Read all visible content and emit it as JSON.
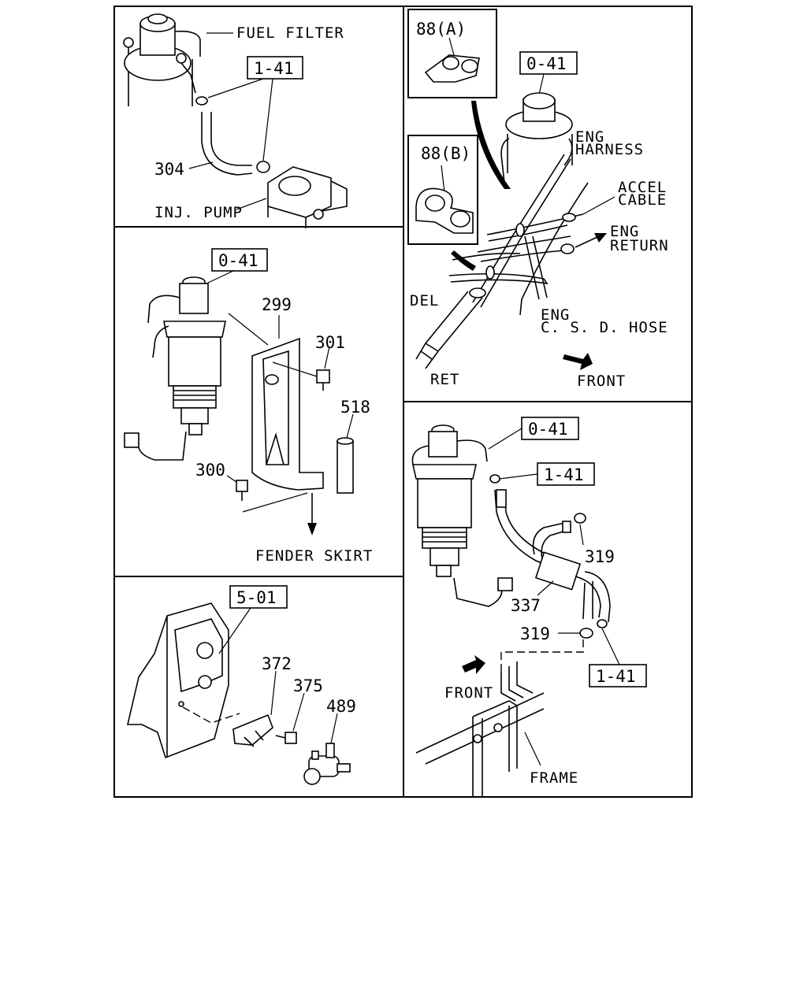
{
  "panel_a": {
    "fuel_filter": "FUEL FILTER",
    "ref_box": "1-41",
    "part_304": "304",
    "inj_pump": "INJ. PUMP"
  },
  "panel_b": {
    "ref_box": "0-41",
    "part_299": "299",
    "part_301": "301",
    "part_518": "518",
    "part_300": "300",
    "fender_skirt": "FENDER SKIRT"
  },
  "panel_c": {
    "ref_box": "5-01",
    "part_372": "372",
    "part_375": "375",
    "part_489": "489"
  },
  "panel_d": {
    "clip_a": "88(A)",
    "clip_b": "88(B)",
    "ref_box": "0-41",
    "eng_harness_1": "ENG",
    "eng_harness_2": "HARNESS",
    "accel_cable_1": "ACCEL",
    "accel_cable_2": "CABLE",
    "eng_return_1": "ENG",
    "eng_return_2": "RETURN",
    "del": "DEL",
    "csd_hose_1": "ENG",
    "csd_hose_2": "C. S. D. HOSE",
    "ret": "RET",
    "front": "FRONT"
  },
  "panel_e": {
    "ref_box_top": "0-41",
    "ref_box_mid": "1-41",
    "part_319_top": "319",
    "part_337": "337",
    "part_319_bottom": "319",
    "ref_box_bottom": "1-41",
    "front": "FRONT",
    "frame": "FRAME"
  }
}
